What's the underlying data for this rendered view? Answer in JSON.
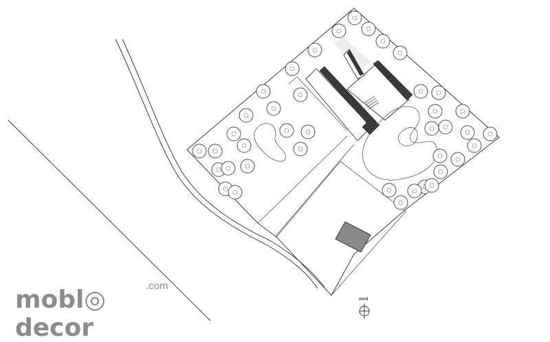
{
  "watermark": {
    "brand_text": "mobl◎ decor",
    "suffix_text": ".com",
    "color": "#8c8c8c"
  },
  "north_arrow": {
    "label": "nord",
    "icon": "north-arrow-icon"
  },
  "colors": {
    "line": "#3a3a3a",
    "walls": "#3a3a3a",
    "outbuilding": "#8a8a8a",
    "background": "#ffffff"
  },
  "trees": {
    "count": 40
  }
}
